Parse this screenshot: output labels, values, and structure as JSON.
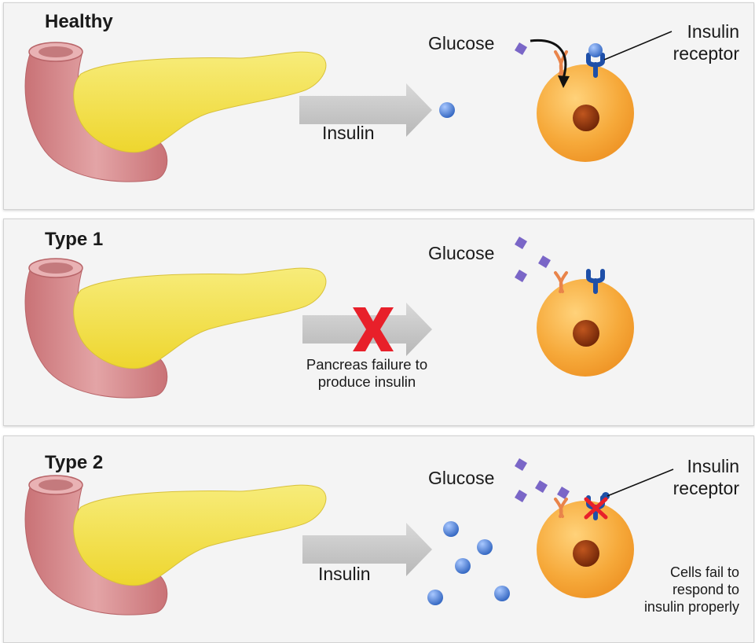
{
  "panels": [
    {
      "title": "Healthy",
      "arrow_label": "Insulin",
      "glucose_label": "Glucose",
      "receptor_label_line1": "Insulin",
      "receptor_label_line2": "receptor"
    },
    {
      "title": "Type 1",
      "glucose_label": "Glucose",
      "failure_line1": "Pancreas failure to",
      "failure_line2": "produce insulin"
    },
    {
      "title": "Type 2",
      "arrow_label": "Insulin",
      "glucose_label": "Glucose",
      "receptor_label_line1": "Insulin",
      "receptor_label_line2": "receptor",
      "caption_line1": "Cells fail to",
      "caption_line2": "respond to",
      "caption_line3": "insulin properly"
    }
  ],
  "colors": {
    "pancreas_yellow": "#f2e14a",
    "duodenum_pink": "#d98c8f",
    "cell_orange": "#f6a93a",
    "nucleus_brown": "#8a3310",
    "insulin_blue": "#4a7fd0",
    "glucose_purple": "#7a66c7",
    "receptor_blue": "#1e4fa8",
    "cross_red": "#e8202a"
  }
}
